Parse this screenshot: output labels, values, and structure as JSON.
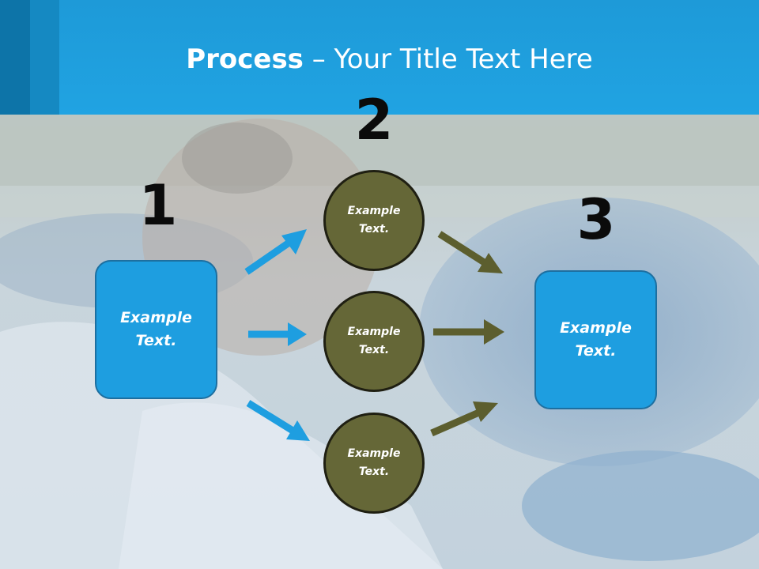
{
  "title": {
    "bold": "Process",
    "rest": " – Your Title Text Here"
  },
  "steps": [
    {
      "number": "1",
      "label_line1": "Example",
      "label_line2": "Text."
    },
    {
      "number": "2"
    },
    {
      "number": "3",
      "label_line1": "Example",
      "label_line2": "Text."
    }
  ],
  "circles": [
    {
      "line1": "Example",
      "line2": "Text."
    },
    {
      "line1": "Example",
      "line2": "Text."
    },
    {
      "line1": "Example",
      "line2": "Text."
    }
  ],
  "colors": {
    "header": "#20a3e2",
    "box_fill": "#1e9ee0",
    "circle_fill": "#656737",
    "blue_arrow": "#1e9ee0",
    "olive_arrow": "#5c5e2e"
  }
}
